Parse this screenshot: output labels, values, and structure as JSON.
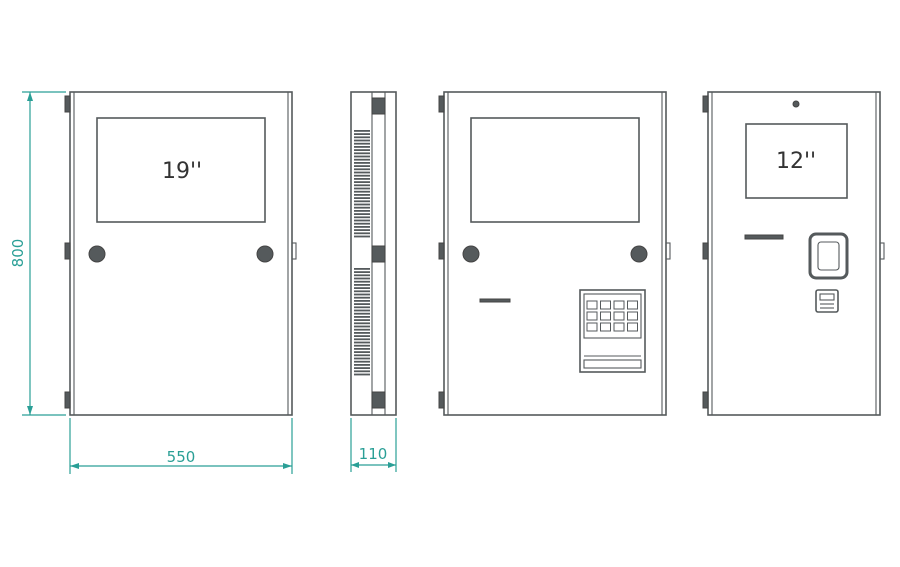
{
  "dimensions": {
    "height": "800",
    "width": "550",
    "depth": "110"
  },
  "screens": {
    "front_a": "19''",
    "front_c": "12''"
  },
  "colors": {
    "line": "#555a5c",
    "dimension": "#2a9f96"
  }
}
